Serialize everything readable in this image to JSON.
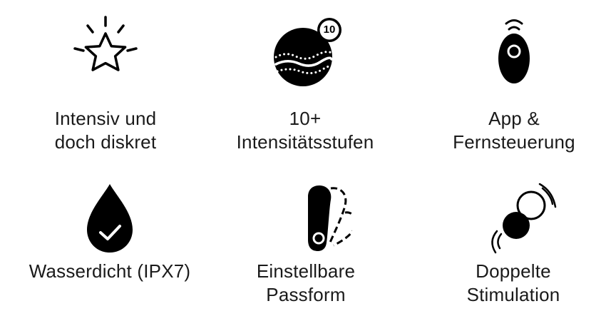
{
  "colors": {
    "ink": "#000000",
    "text": "#1a1a1a",
    "background": "#ffffff"
  },
  "features": [
    {
      "icon": "star-sparkle-icon",
      "lines": [
        "Intensiv und",
        "doch diskret"
      ]
    },
    {
      "icon": "intensity-levels-icon",
      "badge": "10",
      "lines": [
        "10+",
        "Intensitätsstufen"
      ]
    },
    {
      "icon": "remote-control-icon",
      "lines": [
        "App &",
        "Fernsteuerung"
      ]
    },
    {
      "icon": "water-drop-check-icon",
      "lines": [
        "Wasserdicht (IPX7)"
      ]
    },
    {
      "icon": "adjustable-fit-icon",
      "lines": [
        "Einstellbare",
        "Passform"
      ]
    },
    {
      "icon": "dual-stimulation-icon",
      "lines": [
        "Doppelte",
        "Stimulation"
      ]
    }
  ]
}
